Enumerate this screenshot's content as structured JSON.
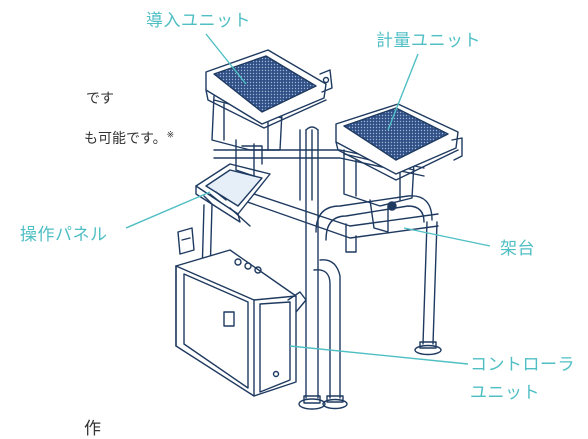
{
  "body_text": {
    "line1_fragment": "です",
    "line2_fragment": "も可能です。",
    "line2_note_mark": "※",
    "bottom_fragment": "作"
  },
  "labels": {
    "intake_unit": "導入ユニット",
    "weighing_unit": "計量ユニット",
    "operation_panel": "操作パネル",
    "frame": "架台",
    "controller_unit_line1": "コントローラ",
    "controller_unit_line2": "ユニット"
  },
  "colors": {
    "accent": "#4fbfc4",
    "line_art": "#1f3a60",
    "tray_fill": "#2f4f86",
    "text": "#333333",
    "background": "#ffffff"
  }
}
